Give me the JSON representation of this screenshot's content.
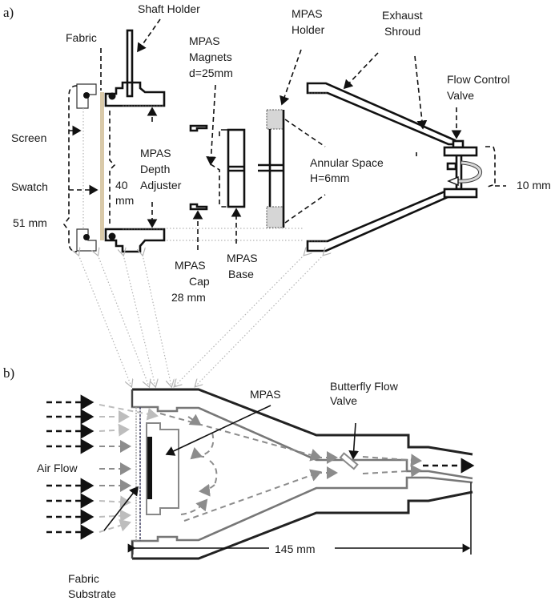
{
  "panels": {
    "a": "a)",
    "b": "b)"
  },
  "exploded_view": {
    "labels": {
      "shaft_holder": "Shaft Holder",
      "fabric": "Fabric",
      "mpas_magnets_1": "MPAS",
      "mpas_magnets_2": "Magnets",
      "mpas_magnets_3": "d=25mm",
      "mpas_holder_1": "MPAS",
      "mpas_holder_2": "Holder",
      "exhaust_shroud_1": "Exhaust",
      "exhaust_shroud_2": "Shroud",
      "flow_control_valve_1": "Flow Control",
      "flow_control_valve_2": "Valve",
      "screen": "Screen",
      "swatch": "Swatch",
      "dim_51": "51 mm",
      "dim_40_1": "40",
      "dim_40_2": "mm",
      "depth_adjuster_1": "MPAS",
      "depth_adjuster_2": "Depth",
      "depth_adjuster_3": "Adjuster",
      "annular_space_1": "Annular Space",
      "annular_space_2": "H=6mm",
      "dim_10": "10 mm",
      "mpas_cap_1": "MPAS",
      "mpas_cap_2": "Cap",
      "mpas_cap_3": "28 mm",
      "mpas_base_1": "MPAS",
      "mpas_base_2": "Base"
    }
  },
  "assembled_view": {
    "labels": {
      "mpas": "MPAS",
      "butterfly_1": "Butterfly Flow",
      "butterfly_2": "Valve",
      "air_flow": "Air Flow",
      "dim_145": "145 mm",
      "fabric_substrate_1": "Fabric",
      "fabric_substrate_2": "Substrate"
    }
  },
  "colors": {
    "fabric": "#d9c9a8",
    "mpas_holder_fill": "#d6d6d6",
    "line": "#111111",
    "grey_line": "#8a8a8a"
  }
}
